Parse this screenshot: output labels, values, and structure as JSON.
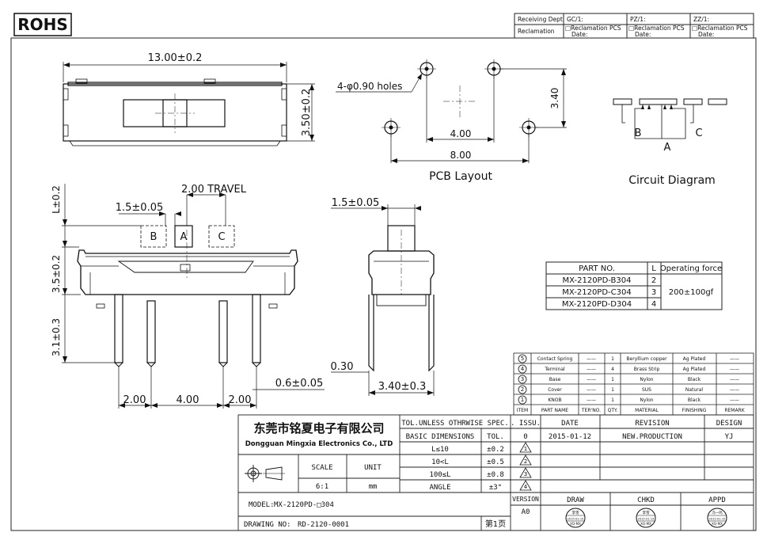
{
  "rohs": "ROHS",
  "receiving": {
    "dept_label": "Receiving Dept",
    "gc": "GC/1:",
    "pz": "PZ/1:",
    "zz": "ZZ/1:",
    "reclamation_label": "Reclamation",
    "reclamation_pcs": "□Reclamation  PCS",
    "date": "Date:"
  },
  "top_view": {
    "width_dim": "13.00±0.2",
    "height_dim": "3.50±0.2"
  },
  "pcb": {
    "holes_label": "4-φ0.90  holes",
    "dim_340": "3.40",
    "dim_400": "4.00",
    "dim_800": "8.00",
    "title": "PCB  Layout"
  },
  "circuit": {
    "label_b": "B",
    "label_c": "C",
    "label_a": "A",
    "title": "Circuit  Diagram"
  },
  "front_view": {
    "travel": "2.00  TRAVEL",
    "pin_width": "1.5±0.05",
    "l_dim": "L±0.2",
    "body_dim": "3.5±0.2",
    "pin_dim": "3.1±0.3",
    "pos_b": "B",
    "pos_a": "A",
    "pos_c": "C",
    "pitch_left": "2.00",
    "pitch_mid": "4.00",
    "pitch_right": "2.00",
    "pin_thick": "0.6±0.05"
  },
  "side_view": {
    "knob_width": "1.5±0.05",
    "thickness": "0.30",
    "pin_span": "3.40±0.3"
  },
  "part_table": {
    "headers": [
      "PART  NO.",
      "L",
      "Operating force"
    ],
    "rows": [
      {
        "part": "MX-2120PD-B304",
        "l": "2"
      },
      {
        "part": "MX-2120PD-C304",
        "l": "3"
      },
      {
        "part": "MX-2120PD-D304",
        "l": "4"
      }
    ],
    "force": "200±100gf"
  },
  "bom": {
    "rows": [
      {
        "no": "5",
        "name": "Contact Spring",
        "part": "——",
        "qty": "1",
        "material": "Beryllium copper",
        "finish": "Ag Plated",
        "remark": "——"
      },
      {
        "no": "4",
        "name": "Terminal",
        "part": "——",
        "qty": "4",
        "material": "Brass Strip",
        "finish": "Ag Plated",
        "remark": "——"
      },
      {
        "no": "3",
        "name": "Base",
        "part": "——",
        "qty": "1",
        "material": "Nylon",
        "finish": "Black",
        "remark": "——"
      },
      {
        "no": "2",
        "name": "Cover",
        "part": "——",
        "qty": "1",
        "material": "SUS",
        "finish": "Natural",
        "remark": "——"
      },
      {
        "no": "1",
        "name": "KNOB",
        "part": "——",
        "qty": "1",
        "material": "Nylon",
        "finish": "Black",
        "remark": "——"
      }
    ],
    "headers": [
      "ITEM",
      "PART NAME",
      "TER'NO.",
      "QTY.",
      "MATERIAL",
      "FINISHING",
      "REMARK"
    ]
  },
  "title_block": {
    "company_cn": "东莞市铭夏电子有限公司",
    "company_en": "Dongguan Mingxia Electronics Co., LTD",
    "tol_title": "TOL.UNLESS OTHRWISE SPEC.",
    "basic_dims": "BASIC DIMENSIONS",
    "tol": "TOL.",
    "tol_rows": [
      {
        "range": "L≤10",
        "value": "±0.2"
      },
      {
        "range": "10<L",
        "value": "±0.5"
      },
      {
        "range": "100≤L",
        "value": "±0.8"
      },
      {
        "range": "ANGLE",
        "value": "±3°"
      }
    ],
    "scale_label": "SCALE",
    "scale_value": "6:1",
    "unit_label": "UNIT",
    "unit_value": "mm",
    "issu": ". ISSU.",
    "date_h": "DATE",
    "revision_h": "REVISION",
    "design_h": "DESIGN",
    "issue_no": "0",
    "issue_date": "2015-01-12",
    "issue_rev": "NEW.PRODUCTION",
    "issue_design": "YJ",
    "triangles": [
      "1",
      "2",
      "3",
      "4"
    ],
    "model_label": "MODEL:",
    "model_value": "MX-2120PD-□304",
    "version_label": "VERSION",
    "version_value": "A0",
    "draw": "DRAW",
    "chkd": "CHKD",
    "appd": "APPD",
    "drawing_no_label": "DRAWING NO:",
    "drawing_no_value": "RD-2120-0001",
    "page": "第1页",
    "stamps": [
      {
        "top": "李雪",
        "mid": "2015-01-15",
        "bot": "XQ-MX"
      },
      {
        "top": "李雪",
        "mid": "2015-01-15",
        "bot": "XQ-MX"
      },
      {
        "top": "冯一鸣",
        "mid": "2015-01-15",
        "bot": "XQ-MX"
      }
    ]
  }
}
